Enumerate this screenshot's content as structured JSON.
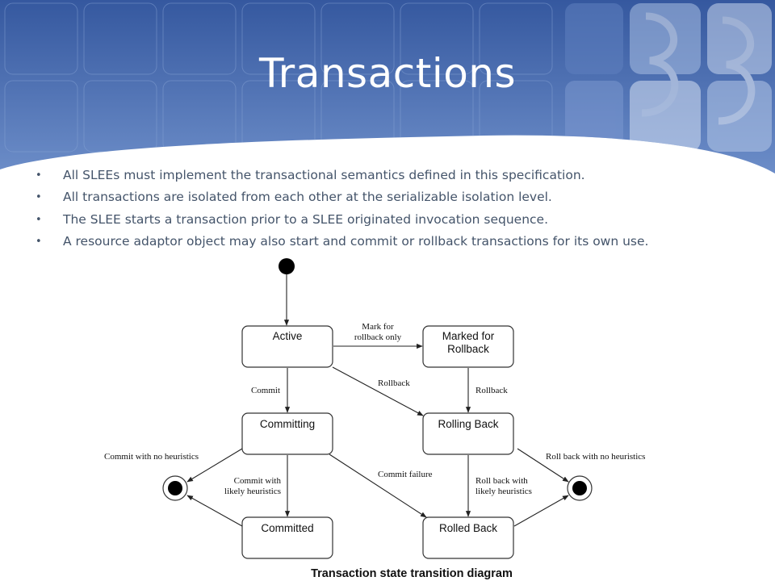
{
  "slide": {
    "title": "Transactions",
    "bullets": [
      "All SLEEs must implement the transactional semantics defined in this specification.",
      "All transactions are isolated from each other at the serializable isolation level.",
      "The SLEE starts a transaction prior to a SLEE originated invocation sequence.",
      "A resource adaptor object may also start and commit or rollback transactions for its own use."
    ],
    "colors": {
      "banner_top": "#3a5fa6",
      "banner_bottom": "#6688c4",
      "bullet_text": "#44546a"
    }
  },
  "diagram": {
    "states": {
      "active": "Active",
      "marked_1": "Marked for",
      "marked_2": "Rollback",
      "committing": "Committing",
      "rolling_back": "Rolling Back",
      "committed": "Committed",
      "rolled_back": "Rolled Back"
    },
    "edges": {
      "mark_1": "Mark for",
      "mark_2": "rollback only",
      "commit": "Commit",
      "rollback_diag": "Rollback",
      "rollback_vert": "Rollback",
      "commit_no_heur": "Commit with no heuristics",
      "commit_likely_1": "Commit with",
      "commit_likely_2": "likely heuristics",
      "commit_failure": "Commit failure",
      "rollback_likely_1": "Roll back with",
      "rollback_likely_2": "likely heuristics",
      "rollback_no_heur": "Roll back with no heuristics"
    },
    "caption": "Transaction state transition diagram"
  }
}
